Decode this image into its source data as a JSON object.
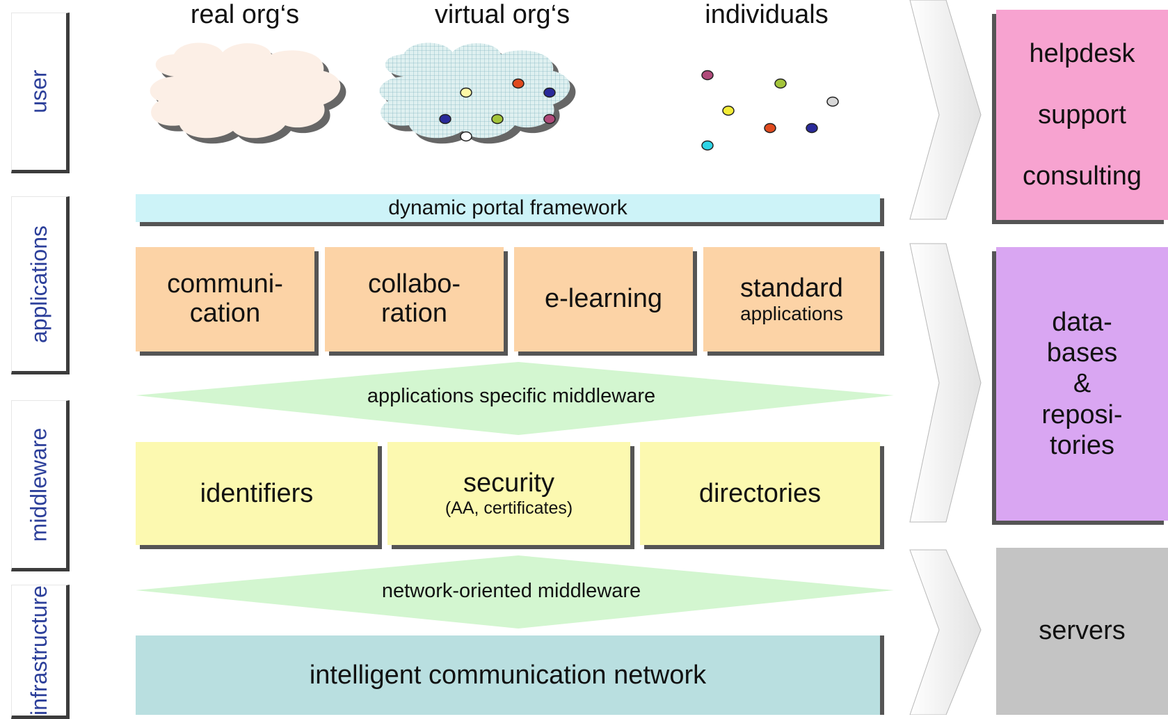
{
  "layers": {
    "user": "user",
    "applications": "applications",
    "middleware": "middleware",
    "infrastructure": "infrastructure"
  },
  "user_groups": {
    "real": "real org‘s",
    "virtual": "virtual org‘s",
    "individuals": "individuals"
  },
  "portal": "dynamic portal framework",
  "applications": {
    "communication": [
      "communi-",
      "cation"
    ],
    "collaboration": [
      "collabo-",
      "ration"
    ],
    "elearning": "e-learning",
    "standard": [
      "standard",
      "applications"
    ]
  },
  "app_middleware": "applications specific middleware",
  "middleware": {
    "identifiers": "identifiers",
    "security": "security",
    "security_sub": "(AA, certificates)",
    "directories": "directories"
  },
  "network_middleware": "network-oriented middleware",
  "network": "intelligent communication network",
  "services": {
    "helpdesk": "helpdesk",
    "support": "support",
    "consulting": "consulting",
    "databases": [
      "data-",
      "bases",
      "&",
      "reposi-",
      "tories"
    ],
    "servers": "servers"
  },
  "colors": {
    "side_text": "#2c3f9a",
    "portal": "#cdf3f8",
    "application_box": "#fcd3a6",
    "middleware_box": "#fcf9b0",
    "diamond": "#d3f6d0",
    "network": "#b9dfe0",
    "helpdesk_box": "#f7a3d0",
    "databases_box": "#d9a6f2",
    "servers_box": "#c4c4c4"
  }
}
